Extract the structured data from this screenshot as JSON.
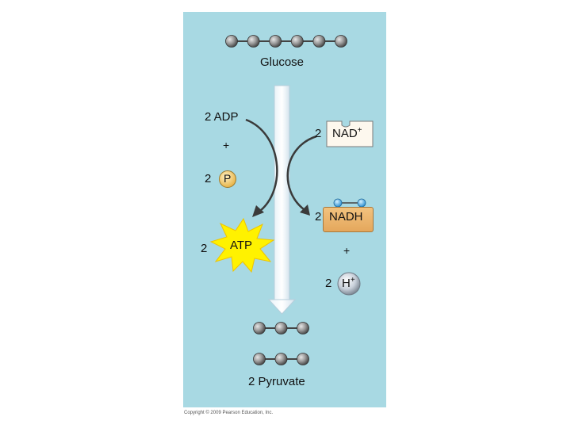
{
  "molecules": {
    "glucose": {
      "label": "Glucose",
      "carbon_count": 6
    },
    "pyruvate": {
      "label": "2 Pyruvate",
      "carbon_count_each": 3,
      "count": 2
    }
  },
  "inputs": {
    "adp": "2 ADP",
    "plus1": "+",
    "phosphate_coef": "2",
    "phosphate": "P",
    "nad_coef": "2",
    "nad": "NAD",
    "nad_charge": "+"
  },
  "outputs": {
    "atp_coef": "2",
    "atp": "ATP",
    "nadh_coef": "2",
    "nadh": "NADH",
    "plus2": "+",
    "h_coef": "2",
    "h": "H",
    "h_charge": "+"
  },
  "footer": {
    "copyright": "Copyright © 2009 Pearson Education, Inc."
  },
  "colors": {
    "panel": "#a8d9e3",
    "atp_burst": "#fff200",
    "phosphate": "#f3c760",
    "nadh": "#e9b06a",
    "arrow": "#3a3a3a",
    "carbon": "#8a8a8a"
  }
}
